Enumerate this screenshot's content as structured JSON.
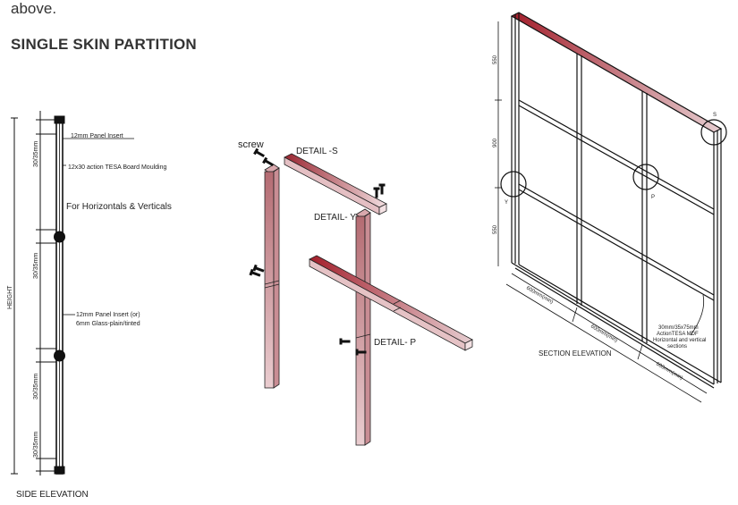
{
  "intro_text": "above.",
  "heading": "SINGLE SKIN PARTITION",
  "side": {
    "panel_insert_top": "12mm Panel Insert",
    "moulding": "12x30 action TESA Board Moulding",
    "for_hv": "For Horizontals & Verticals",
    "panel_insert_mid_1": "12mm Panel Insert (or)",
    "panel_insert_mid_2": "6mm Glass-plain/tinted",
    "height": "HEIGHT",
    "dim_a": "30/35mm",
    "dim_b": "30/35mm",
    "dim_c": "30/35mm",
    "dim_d": "30/35mm",
    "caption": "SIDE ELEVATION"
  },
  "detail": {
    "screw": "screw",
    "s": "DETAIL -S",
    "y": "DETAIL- Y",
    "p": "DETAIL- P"
  },
  "section": {
    "h1": "550",
    "h2": "900",
    "h3": "550",
    "w1": "600mm(min)",
    "w2": "600mm(min)",
    "w3": "600mm(min)",
    "note_1": "30mm/35x75mm",
    "note_2": "ActionTESA MDF",
    "note_3": "Horizontal and vertical",
    "note_4": "sections",
    "caption": "SECTION ELEVATION",
    "marker_s": "S",
    "marker_y": "Y",
    "marker_p": "P"
  },
  "colors": {
    "wood_dark": "#8e1f2a",
    "wood_light": "#e8c6c9",
    "line": "#111111"
  }
}
